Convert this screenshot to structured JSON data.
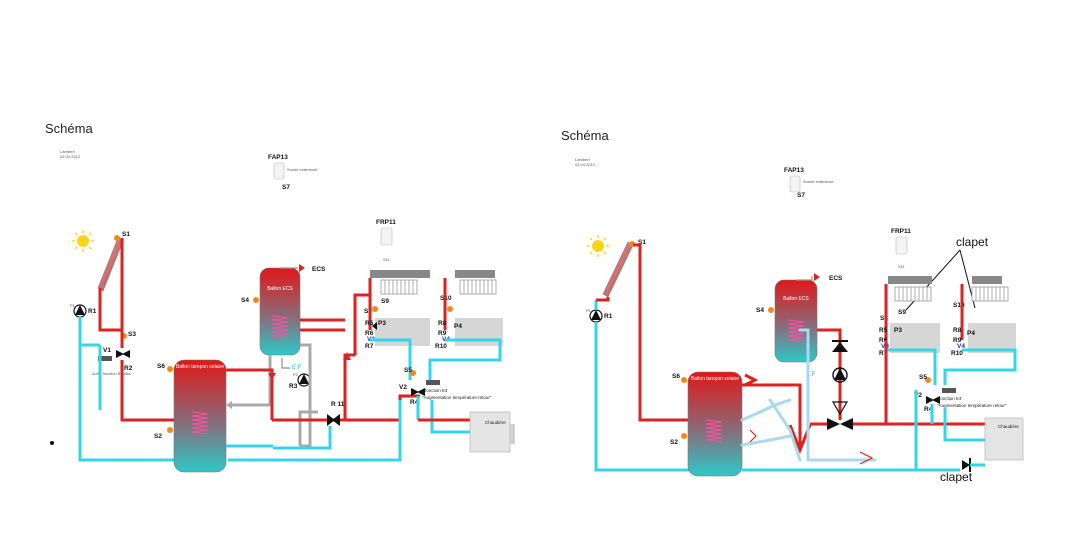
{
  "left": {
    "title": "Schéma",
    "author": "Lambert",
    "date": "02.04.2012",
    "fap": "FAP13",
    "fap_note": "Sonde extérieure",
    "frp": "FRP11",
    "tank_small": "Ballon ECS",
    "tank_big": "Ballon tampon solaire",
    "ecs": "ECS",
    "ef": "E.F",
    "boiler": "Chaudière",
    "function": "fonction E4",
    "function_desc": "\"Augmentation température retour\"",
    "aux_note": "Autre fonction Bypass",
    "sensors": {
      "s1": "S1",
      "s2": "S2",
      "s3": "S3",
      "s4": "S4",
      "s5": "S5",
      "s6": "S6",
      "s7": "S7",
      "s8": "S8",
      "s9": "S9",
      "s10": "S10",
      "s11": "S11"
    },
    "relays": {
      "r1": "R1",
      "r2": "R2",
      "r3": "R3",
      "r4": "R4",
      "r5": "R5",
      "r6": "R6",
      "r7": "R7",
      "r8": "R8",
      "r9": "R9",
      "r10": "R10",
      "r11": "R 11"
    },
    "valves": {
      "v1": "V1",
      "v2": "V2",
      "v3": "V3",
      "v4": "V4",
      "p1": "P1",
      "p2": "P2",
      "p3": "P3",
      "p4": "P4"
    }
  },
  "right": {
    "title": "Schéma",
    "author": "Lambert",
    "date": "02.04.2012",
    "fap": "FAP13",
    "fap_note": "Sonde extérieure",
    "frp": "FRP11",
    "tank_small": "Ballon ECS",
    "tank_big": "Ballon tampon solaire",
    "ecs": "ECS",
    "ef": "E.F",
    "boiler": "Chaudière",
    "function": "fonction E4",
    "function_desc": "\"Augmentation température retour\"",
    "clapet_top": "clapet",
    "clapet_bottom": "clapet",
    "sensors": {
      "s1": "S1",
      "s2": "S2",
      "s4": "S4",
      "s5": "S5",
      "s6": "S6",
      "s7": "S7",
      "s8": "S8",
      "s9": "S9",
      "s10": "S10",
      "s11": "S11"
    },
    "relays": {
      "r1": "R1",
      "r4": "R4",
      "r5": "R5",
      "r6": "R6",
      "r7": "R7",
      "r8": "R8",
      "r9": "R9",
      "r10": "R10"
    },
    "valves": {
      "v2": "V2",
      "v3": "V3",
      "v4": "V4",
      "p1": "P1",
      "p3": "P3",
      "p4": "P4"
    }
  },
  "colors": {
    "hot": "#dd2222",
    "cold": "#33d6e8",
    "sensor": "#f08a1e",
    "sun": "#ffd21a"
  }
}
